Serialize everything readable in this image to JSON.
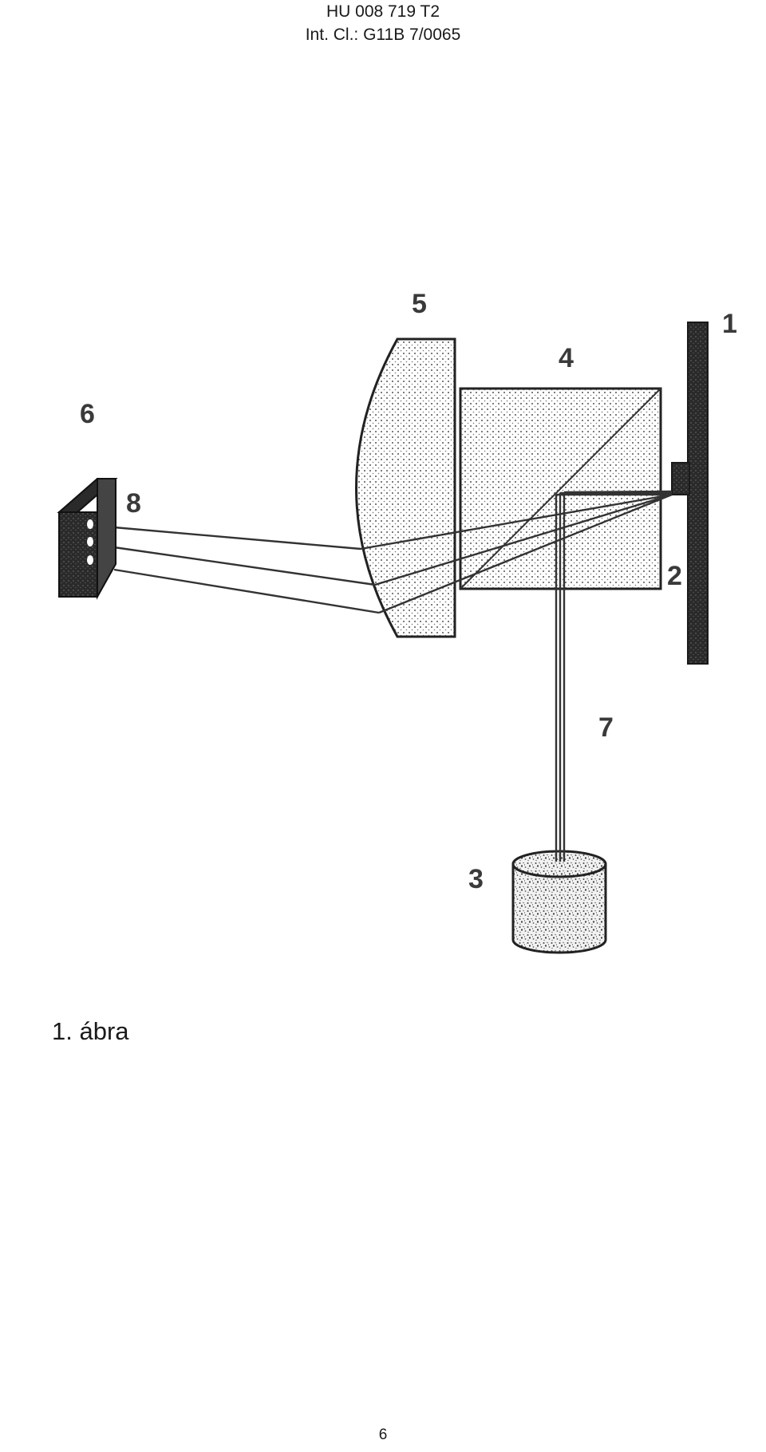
{
  "header": {
    "doc_number": "HU 008 719 T2",
    "classification": "Int. Cl.: G11B 7/0065"
  },
  "figure": {
    "labels": {
      "l1": "1",
      "l2": "2",
      "l3": "3",
      "l4": "4",
      "l5": "5",
      "l6": "6",
      "l7": "7",
      "l8": "8"
    },
    "caption": "1. ábra"
  },
  "page_number": "6",
  "colors": {
    "ink": "#333333",
    "dark_fill": "#2a2a2a",
    "paper": "#ffffff"
  }
}
